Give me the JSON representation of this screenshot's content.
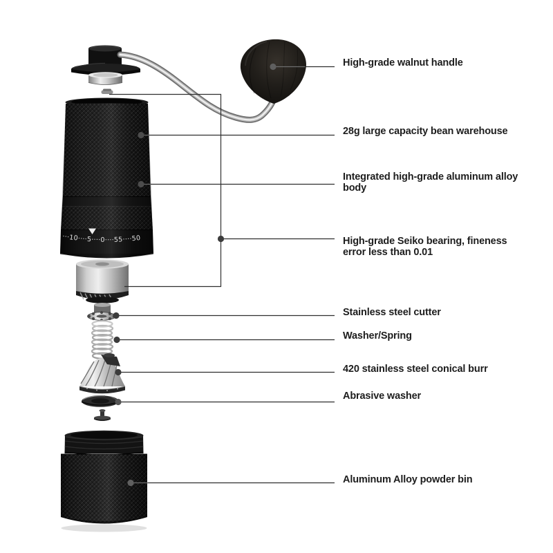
{
  "page": {
    "background": "#ffffff"
  },
  "product": {
    "name": "manual coffee grinder exploded diagram",
    "dial_scale": "···10····5····0····55····50",
    "colors": {
      "body": "#161616",
      "metal_light": "#eeeeee",
      "metal_dark": "#707070",
      "callout_line": "#2e2e2e"
    }
  },
  "callouts": [
    {
      "id": "walnut-handle",
      "label": "High-grade walnut handle"
    },
    {
      "id": "bean-warehouse",
      "label": "28g large capacity bean warehouse"
    },
    {
      "id": "aluminum-body",
      "label": "Integrated high-grade aluminum alloy body"
    },
    {
      "id": "seiko-bearing",
      "label": "High-grade Seiko bearing, fineness error less than 0.01"
    },
    {
      "id": "cutter",
      "label": "Stainless steel cutter"
    },
    {
      "id": "washer-spring",
      "label": "Washer/Spring"
    },
    {
      "id": "conical-burr",
      "label": "420 stainless steel conical burr"
    },
    {
      "id": "abrasive-washer",
      "label": "Abrasive washer"
    },
    {
      "id": "powder-bin",
      "label": "Aluminum Alloy powder bin"
    }
  ]
}
